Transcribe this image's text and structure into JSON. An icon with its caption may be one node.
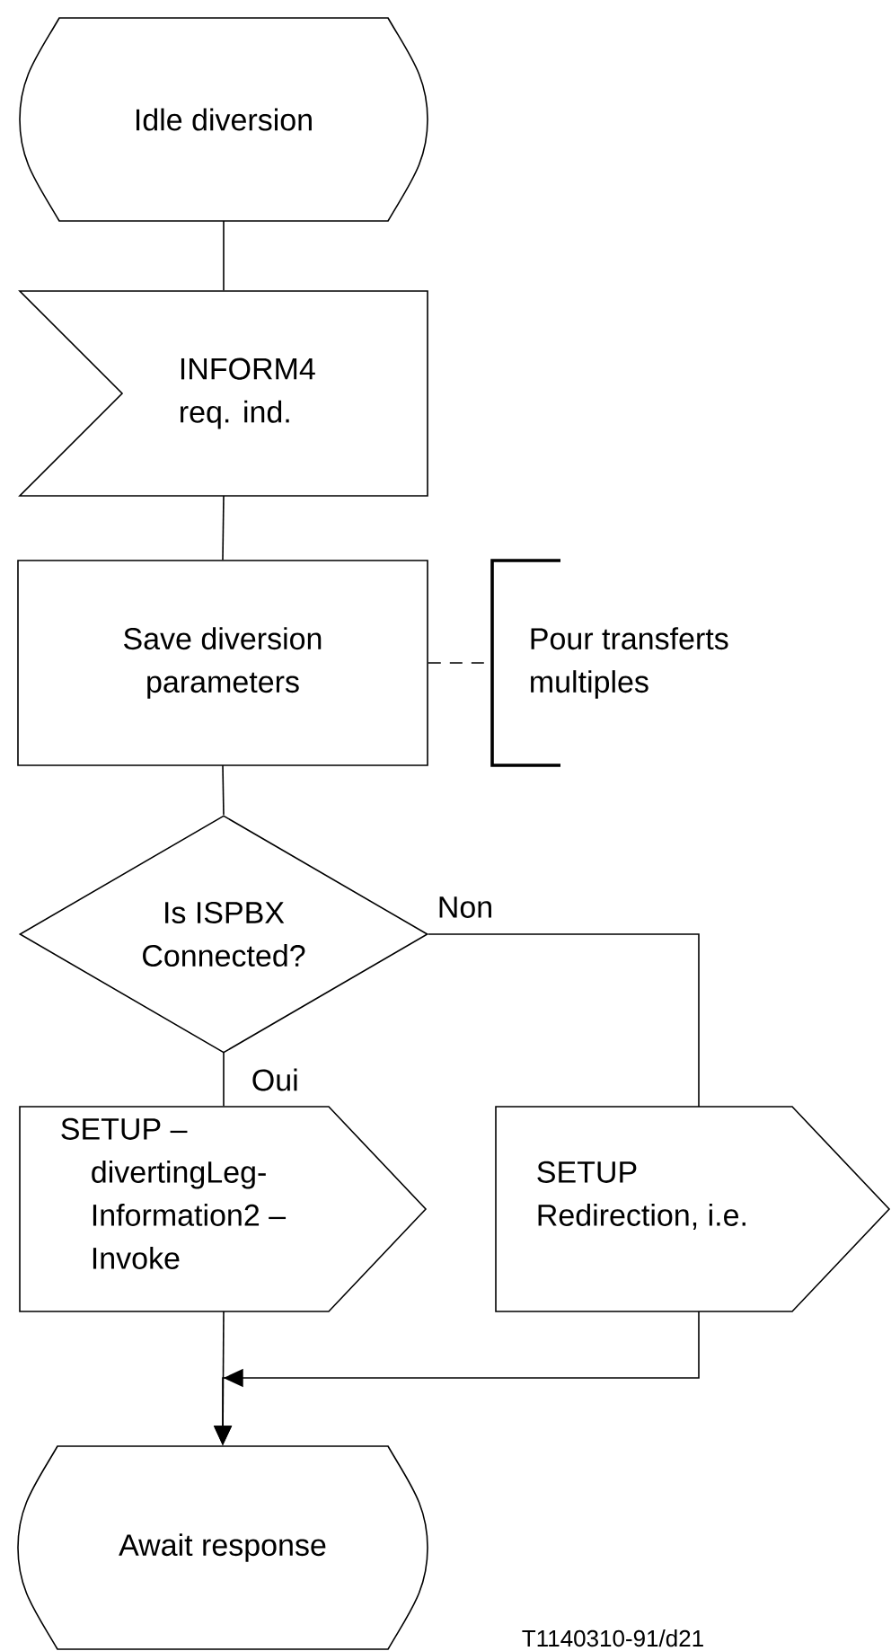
{
  "diagram": {
    "nodes": [
      {
        "text": [
          "Idle diversion"
        ]
      },
      {
        "text": [
          "INFORM4 req. ind."
        ]
      },
      {
        "text": [
          "Save diversion parameters"
        ]
      },
      {
        "text": [
          "Pour transferts multiples"
        ]
      },
      {
        "text": [
          "Is ISPBX Connected?"
        ]
      },
      {
        "text": [
          "SETUP – divertingLeg-Information2 – Invoke"
        ]
      },
      {
        "text": [
          "SETUP Redirection, i.e."
        ]
      },
      {
        "text": [
          "Await response"
        ]
      }
    ],
    "edges": [
      {
        "from": 0,
        "to": 1,
        "arrow": "none"
      },
      {
        "from": 1,
        "to": 2,
        "arrow": "none"
      },
      {
        "from": 2,
        "to": 3,
        "arrow": "none",
        "style": "dashed"
      },
      {
        "from": 2,
        "to": 4,
        "arrow": "none"
      },
      {
        "from": 4,
        "to": 5,
        "arrow": "none",
        "label": "Oui"
      },
      {
        "from": 4,
        "to": 6,
        "arrow": "none",
        "label": "Non"
      },
      {
        "from": 5,
        "to": 7,
        "arrow": "to"
      },
      {
        "from": 6,
        "to": 7,
        "arrow": "to"
      }
    ],
    "labels": [
      "T1140310-91/d21"
    ]
  }
}
